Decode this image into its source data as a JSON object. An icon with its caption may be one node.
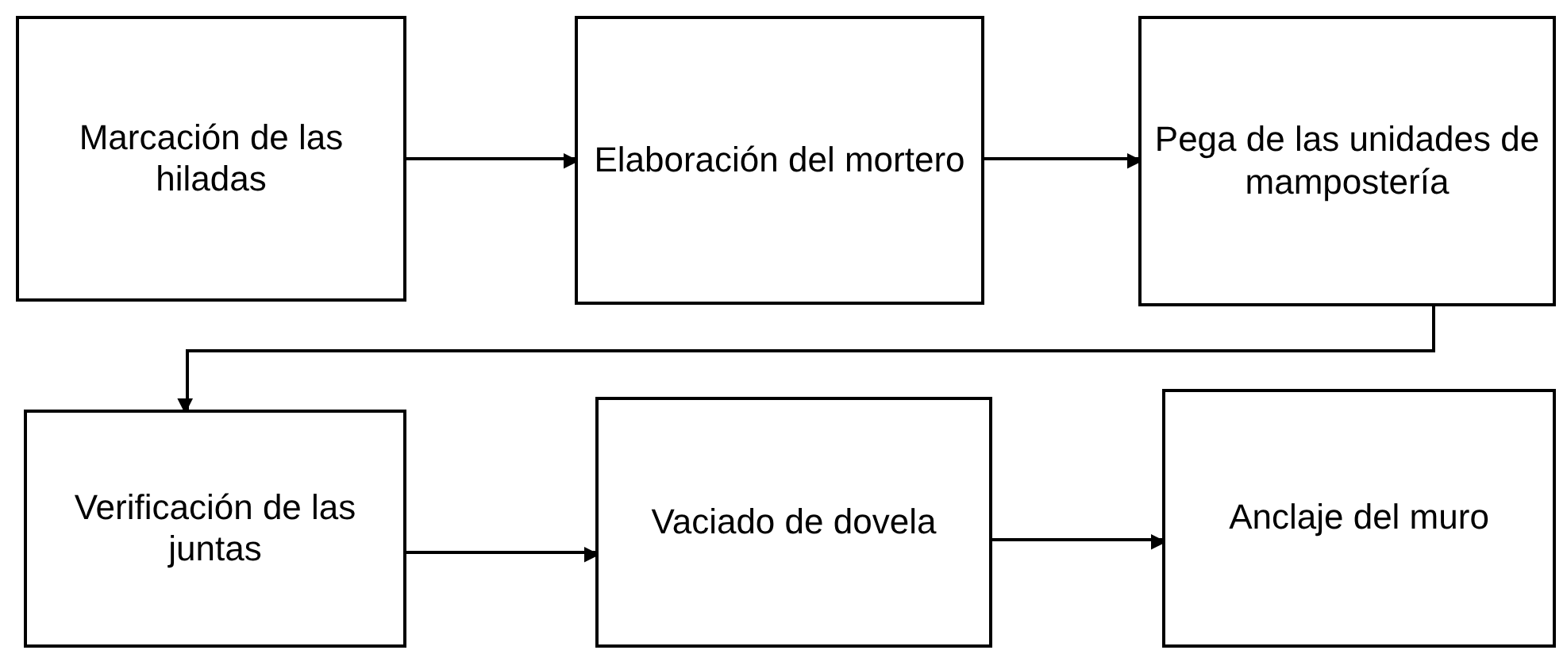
{
  "diagram": {
    "nodes": [
      {
        "text": [
          "Marcación de las hiladas"
        ]
      },
      {
        "text": [
          "Elaboración del mortero"
        ]
      },
      {
        "text": [
          "Pega de las unidades de mampostería"
        ]
      },
      {
        "text": [
          "Verificación de las juntas"
        ]
      },
      {
        "text": [
          "Vaciado de dovela"
        ]
      },
      {
        "text": [
          "Anclaje del muro"
        ]
      }
    ],
    "edges": [
      {
        "from": 0,
        "to": 1,
        "arrow": "to"
      },
      {
        "from": 1,
        "to": 2,
        "arrow": "to"
      },
      {
        "from": 2,
        "to": 3,
        "arrow": "to"
      },
      {
        "from": 3,
        "to": 4,
        "arrow": "to"
      },
      {
        "from": 4,
        "to": 5,
        "arrow": "to"
      }
    ]
  }
}
